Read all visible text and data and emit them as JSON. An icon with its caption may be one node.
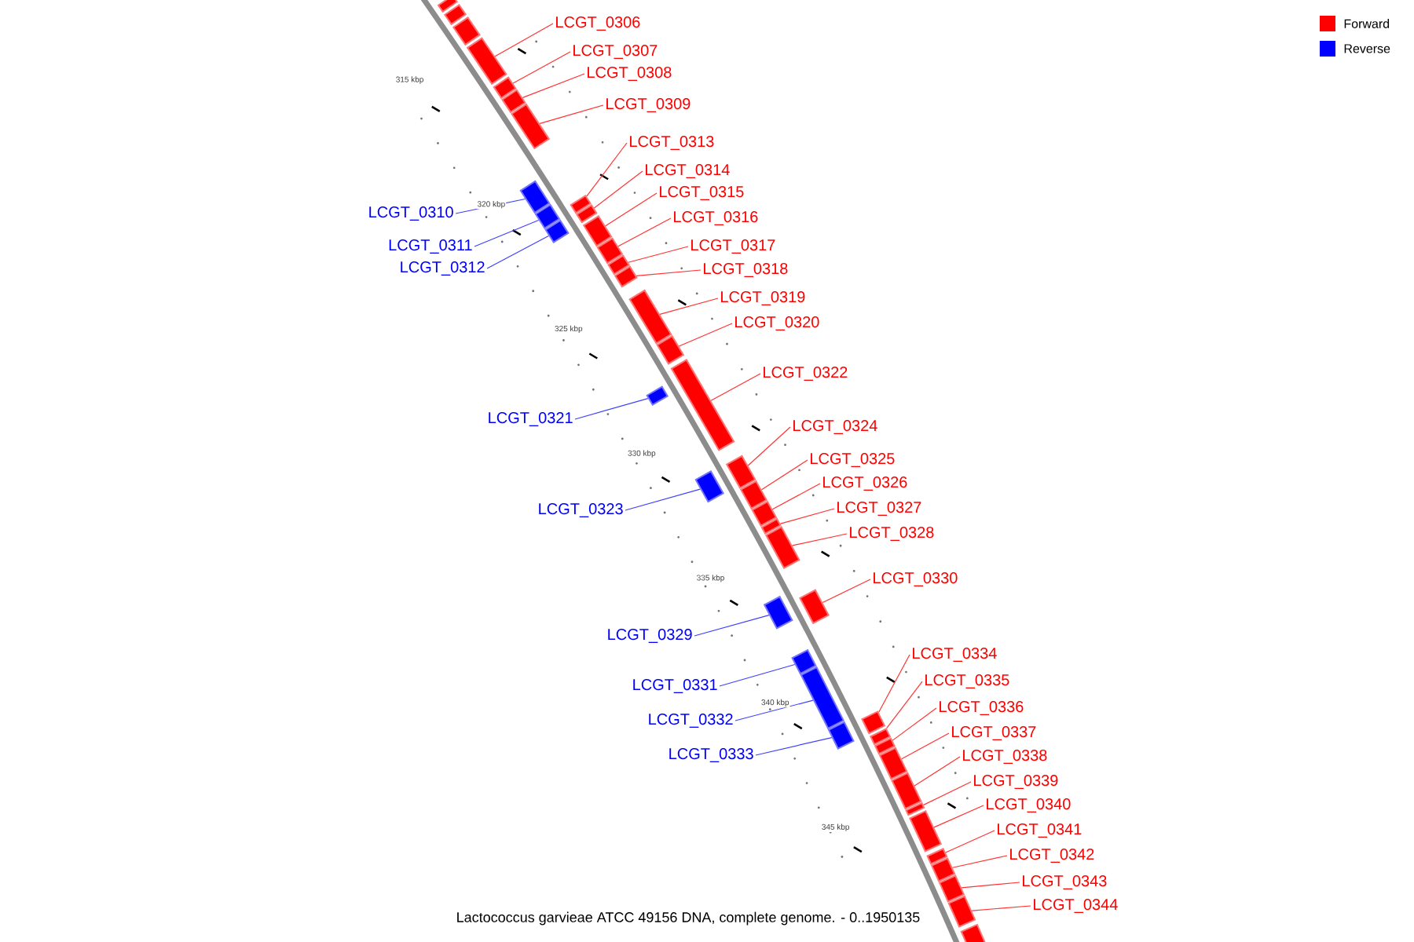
{
  "diagram": {
    "caption": "Lactococcus garvieae ATCC 49156 DNA, complete genome. - 0..1950135",
    "nodes": [
      {
        "text": [],
        "shape": "box"
      },
      {
        "text": [],
        "shape": "box"
      },
      {
        "text": [],
        "shape": "box"
      },
      {
        "text": [
          "LCGT_0306"
        ]
      },
      {
        "text": [],
        "shape": "box"
      },
      {
        "text": [
          "LCGT_0307"
        ]
      },
      {
        "text": [],
        "shape": "box"
      },
      {
        "text": [
          "LCGT_0308"
        ]
      },
      {
        "text": [],
        "shape": "box"
      },
      {
        "text": [
          "LCGT_0309"
        ]
      },
      {
        "text": [],
        "shape": "box"
      },
      {
        "text": [
          "LCGT_0310"
        ]
      },
      {
        "text": [],
        "shape": "box"
      },
      {
        "text": [
          "LCGT_0311"
        ]
      },
      {
        "text": [],
        "shape": "box"
      },
      {
        "text": [
          "LCGT_0312"
        ]
      },
      {
        "text": [],
        "shape": "box"
      },
      {
        "text": [
          "LCGT_0313"
        ]
      },
      {
        "text": [],
        "shape": "box"
      },
      {
        "text": [
          "LCGT_0314"
        ]
      },
      {
        "text": [],
        "shape": "box"
      },
      {
        "text": [
          "LCGT_0315"
        ]
      },
      {
        "text": [],
        "shape": "box"
      },
      {
        "text": [
          "LCGT_0316"
        ]
      },
      {
        "text": [],
        "shape": "box"
      },
      {
        "text": [
          "LCGT_0317"
        ]
      },
      {
        "text": [],
        "shape": "box"
      },
      {
        "text": [
          "LCGT_0318"
        ]
      },
      {
        "text": [],
        "shape": "box"
      },
      {
        "text": [
          "LCGT_0319"
        ]
      },
      {
        "text": [],
        "shape": "box"
      },
      {
        "text": [
          "LCGT_0320"
        ]
      },
      {
        "text": [],
        "shape": "box"
      },
      {
        "text": [
          "LCGT_0321"
        ]
      },
      {
        "text": [],
        "shape": "box"
      },
      {
        "text": [
          "LCGT_0322"
        ]
      },
      {
        "text": [],
        "shape": "box"
      },
      {
        "text": [
          "LCGT_0323"
        ]
      },
      {
        "text": [],
        "shape": "box"
      },
      {
        "text": [
          "LCGT_0324"
        ]
      },
      {
        "text": [],
        "shape": "box"
      },
      {
        "text": [
          "LCGT_0325"
        ]
      },
      {
        "text": [],
        "shape": "box"
      },
      {
        "text": [
          "LCGT_0326"
        ]
      },
      {
        "text": [],
        "shape": "box"
      },
      {
        "text": [
          "LCGT_0327"
        ]
      },
      {
        "text": [],
        "shape": "box"
      },
      {
        "text": [
          "LCGT_0328"
        ]
      },
      {
        "text": [],
        "shape": "box"
      },
      {
        "text": [
          "LCGT_0329"
        ]
      },
      {
        "text": [],
        "shape": "box"
      },
      {
        "text": [
          "LCGT_0330"
        ]
      },
      {
        "text": [],
        "shape": "box"
      },
      {
        "text": [
          "LCGT_0331"
        ]
      },
      {
        "text": [],
        "shape": "box"
      },
      {
        "text": [
          "LCGT_0332"
        ]
      },
      {
        "text": [],
        "shape": "box"
      },
      {
        "text": [
          "LCGT_0333"
        ]
      },
      {
        "text": [],
        "shape": "box"
      },
      {
        "text": [
          "LCGT_0334"
        ]
      },
      {
        "text": [],
        "shape": "box"
      },
      {
        "text": [
          "LCGT_0335"
        ]
      },
      {
        "text": [],
        "shape": "box"
      },
      {
        "text": [
          "LCGT_0336"
        ]
      },
      {
        "text": [],
        "shape": "box"
      },
      {
        "text": [
          "LCGT_0337"
        ]
      },
      {
        "text": [],
        "shape": "box"
      },
      {
        "text": [
          "LCGT_0338"
        ]
      },
      {
        "text": [],
        "shape": "box"
      },
      {
        "text": [
          "LCGT_0339"
        ]
      },
      {
        "text": [],
        "shape": "box"
      },
      {
        "text": [
          "LCGT_0340"
        ]
      },
      {
        "text": [],
        "shape": "box"
      },
      {
        "text": [
          "LCGT_0341"
        ]
      },
      {
        "text": [],
        "shape": "box"
      },
      {
        "text": [
          "LCGT_0342"
        ]
      },
      {
        "text": [],
        "shape": "box"
      },
      {
        "text": [
          "LCGT_0343"
        ]
      },
      {
        "text": [],
        "shape": "box"
      },
      {
        "text": [
          "LCGT_0344"
        ]
      },
      {
        "text": [],
        "shape": "box"
      },
      {
        "text": [],
        "shape": "box"
      }
    ],
    "edges": [
      {
        "from": 3,
        "to": 4,
        "arrow": "none"
      },
      {
        "from": 5,
        "to": 6,
        "arrow": "none"
      },
      {
        "from": 7,
        "to": 8,
        "arrow": "none"
      },
      {
        "from": 9,
        "to": 10,
        "arrow": "none"
      },
      {
        "from": 11,
        "to": 12,
        "arrow": "none",
        "color": "#4040ff"
      },
      {
        "from": 13,
        "to": 14,
        "arrow": "none",
        "color": "#4040ff"
      },
      {
        "from": 15,
        "to": 16,
        "arrow": "none",
        "color": "#4040ff"
      },
      {
        "from": 17,
        "to": 18,
        "arrow": "none"
      },
      {
        "from": 19,
        "to": 20,
        "arrow": "none"
      },
      {
        "from": 21,
        "to": 22,
        "arrow": "none"
      },
      {
        "from": 23,
        "to": 24,
        "arrow": "none"
      },
      {
        "from": 25,
        "to": 26,
        "arrow": "none"
      },
      {
        "from": 27,
        "to": 28,
        "arrow": "none"
      },
      {
        "from": 29,
        "to": 30,
        "arrow": "none"
      },
      {
        "from": 31,
        "to": 32,
        "arrow": "none"
      },
      {
        "from": 33,
        "to": 34,
        "arrow": "none",
        "color": "#4040ff"
      },
      {
        "from": 35,
        "to": 36,
        "arrow": "none"
      },
      {
        "from": 37,
        "to": 38,
        "arrow": "none",
        "color": "#4040ff"
      },
      {
        "from": 39,
        "to": 40,
        "arrow": "none"
      },
      {
        "from": 41,
        "to": 42,
        "arrow": "none"
      },
      {
        "from": 43,
        "to": 44,
        "arrow": "none"
      },
      {
        "from": 45,
        "to": 46,
        "arrow": "none"
      },
      {
        "from": 47,
        "to": 48,
        "arrow": "none"
      },
      {
        "from": 49,
        "to": 50,
        "arrow": "none",
        "color": "#4040ff"
      },
      {
        "from": 51,
        "to": 52,
        "arrow": "none"
      },
      {
        "from": 53,
        "to": 54,
        "arrow": "none",
        "color": "#4040ff"
      },
      {
        "from": 55,
        "to": 56,
        "arrow": "none",
        "color": "#4040ff"
      },
      {
        "from": 57,
        "to": 58,
        "arrow": "none",
        "color": "#4040ff"
      },
      {
        "from": 59,
        "to": 60,
        "arrow": "none"
      },
      {
        "from": 61,
        "to": 62,
        "arrow": "none"
      },
      {
        "from": 63,
        "to": 64,
        "arrow": "none"
      },
      {
        "from": 65,
        "to": 66,
        "arrow": "none"
      },
      {
        "from": 67,
        "to": 68,
        "arrow": "none"
      },
      {
        "from": 69,
        "to": 70,
        "arrow": "none"
      },
      {
        "from": 71,
        "to": 72,
        "arrow": "none"
      },
      {
        "from": 73,
        "to": 74,
        "arrow": "none"
      },
      {
        "from": 75,
        "to": 76,
        "arrow": "none"
      },
      {
        "from": 77,
        "to": 78,
        "arrow": "none"
      },
      {
        "from": 79,
        "to": 80,
        "arrow": "none"
      }
    ],
    "labels": [
      "315 kbp",
      "320 kbp",
      "325 kbp",
      "330 kbp",
      "335 kbp",
      "340 kbp",
      "345 kbp"
    ],
    "legend": [
      {
        "text": "Forward",
        "color": "#ff0000"
      },
      {
        "text": "Reverse",
        "color": "#0000ff"
      }
    ]
  }
}
